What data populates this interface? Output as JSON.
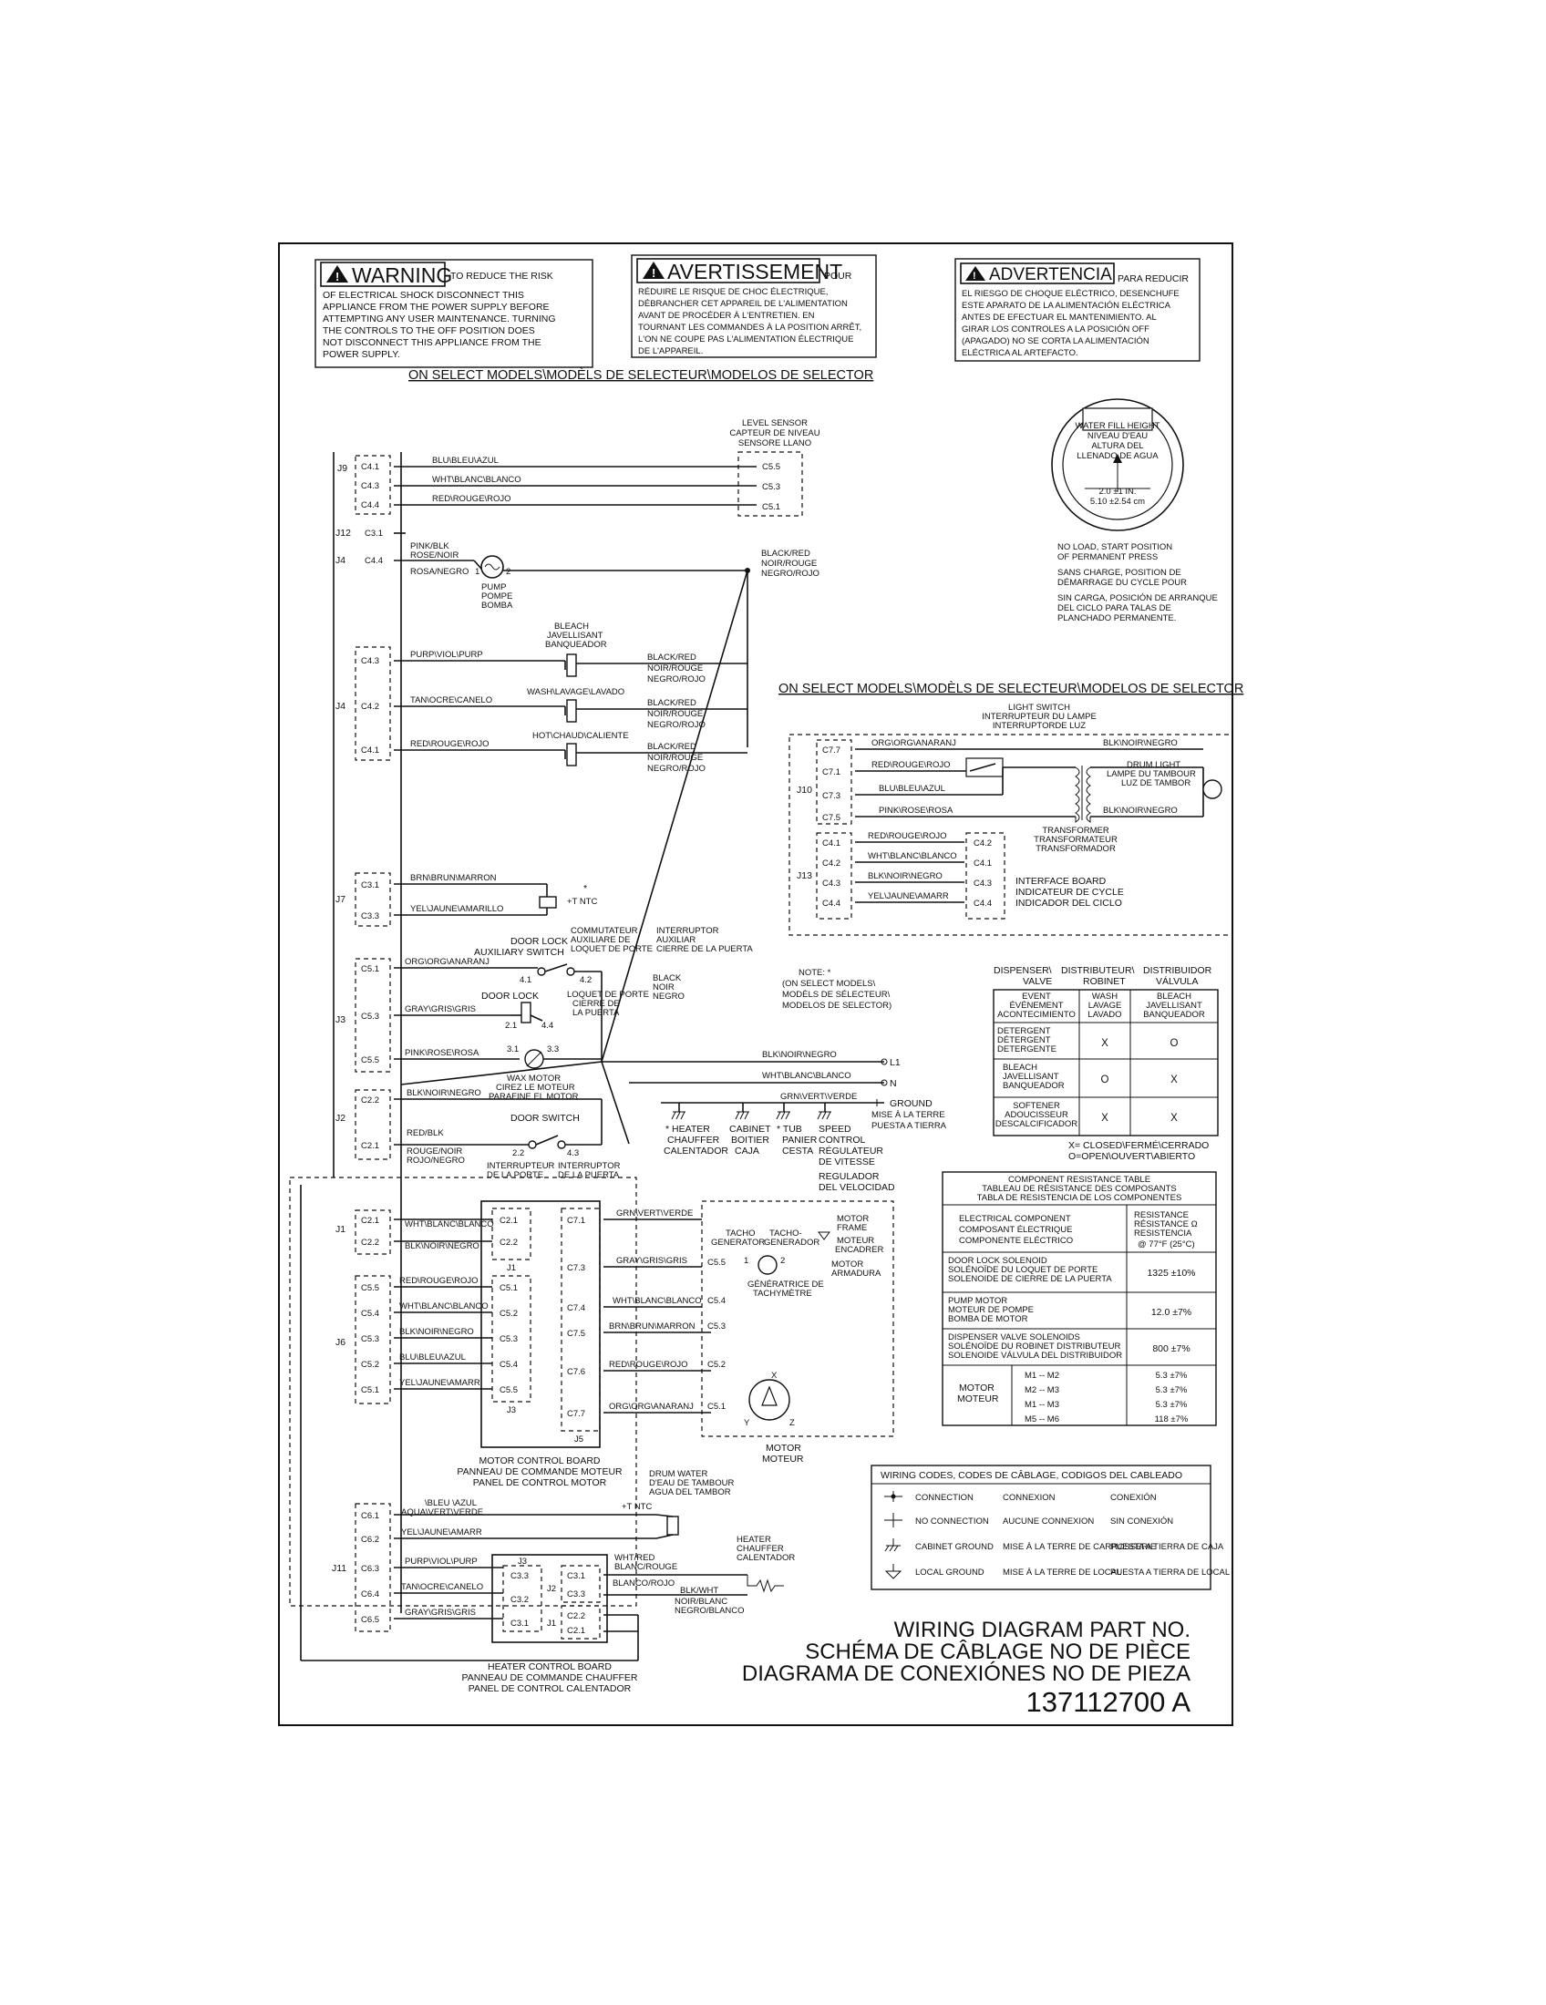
{
  "warnings": {
    "en": {
      "title": "WARNING",
      "lines": [
        "TO REDUCE THE RISK",
        "OF ELECTRICAL SHOCK DISCONNECT THIS",
        "APPLIANCE FROM THE POWER SUPPLY BEFORE",
        "ATTEMPTING ANY USER MAINTENANCE. TURNING",
        "THE CONTROLS TO THE OFF POSITION DOES",
        "NOT DISCONNECT THIS APPLIANCE FROM THE",
        "POWER SUPPLY."
      ]
    },
    "fr": {
      "title": "AVERTISSEMENT",
      "lines": [
        "POUR",
        "RÉDUIRE LE RISQUE DE CHOC ÉLECTRIQUE,",
        "DÉBRANCHER CET APPAREIL DE L'ALIMENTATION",
        "AVANT DE PROCÉDER À L'ENTRETIEN. EN",
        "TOURNANT LES COMMANDES À LA POSITION ARRÊT,",
        "L'ON NE COUPE PAS L'ALIMENTATION ÉLECTRIQUE",
        "DE L'APPAREIL."
      ]
    },
    "es": {
      "title": "ADVERTENCIA",
      "lines": [
        "PARA REDUCIR",
        "EL RIESGO DE CHOQUE ELÉCTRICO, DESENCHUFE",
        "ESTE APARATO DE LA ALIMENTACIÓN ELÉCTRICA",
        "ANTES DE EFECTUAR EL MANTENIMIENTO. AL",
        "GIRAR LOS CONTROLES A LA POSICIÓN OFF",
        "(APAGADO) NO SE CORTA LA ALIMENTACIÓN",
        "ELÉCTRICA AL ARTEFACTO."
      ]
    }
  },
  "section_on_select": "ON SELECT MODELS\\MODÈLS DE SELECTEUR\\MODELOS DE SELECTOR",
  "level_sensor": {
    "title": [
      "LEVEL SENSOR",
      "CAPTEUR DE NIVEAU",
      "SENSORE LLANO"
    ],
    "pins": [
      "C5.5",
      "C5.3",
      "C5.1"
    ]
  },
  "water_fill": {
    "dial": [
      "WATER FILL HEIGHT",
      "NIVEAU D'EAU",
      "ALTURA DEL",
      "LLENADO DE AGUA"
    ],
    "value": [
      "2.0 ±1 IN.",
      "5.10 ±2.54 cm"
    ],
    "note_en": [
      "NO LOAD, START POSITION",
      "OF PERMANENT PRESS"
    ],
    "note_fr": [
      "SANS CHARGE, POSITION DE",
      "DÉMARRAGE DU CYCLE POUR"
    ],
    "note_es": [
      "SIN CARGA, POSICIÓN DE ARRANQUE",
      "DEL CICLO PARA TALAS DE",
      "PLANCHADO PERMANENTE."
    ]
  },
  "j9": {
    "label": "J9",
    "pins": [
      "C4.1",
      "C4.3",
      "C4.4"
    ],
    "wires": [
      "BLU\\BLEU\\AZUL",
      "WHT\\BLANC\\BLANCO",
      "RED\\ROUGE\\ROJO"
    ]
  },
  "j12": {
    "label": "J12",
    "pin": "C3.1"
  },
  "pump": {
    "conn": "J4",
    "pin": "C4.4",
    "wire1": [
      "PINK/BLK",
      "ROSE/NOIR"
    ],
    "wire2": "ROSA/NEGRO",
    "name": [
      "PUMP",
      "POMPE",
      "BOMBA"
    ],
    "terms": [
      "1",
      "2"
    ],
    "right_wire": [
      "BLACK/RED",
      "NOIR/ROUGE",
      "NEGRO/ROJO"
    ]
  },
  "valves": {
    "conn": "J4",
    "pins": [
      "C4.3",
      "C4.2",
      "C4.1"
    ],
    "wires": [
      "PURP\\VIOL\\PURP",
      "TAN\\OCRE\\CANELO",
      "RED\\ROUGE\\ROJO"
    ],
    "names": [
      [
        "BLEACH",
        "JAVELLISANT",
        "BANQUEADOR"
      ],
      [
        "WASH\\LAVAGE\\LAVADO"
      ],
      [
        "HOT\\CHAUD\\CALIENTE"
      ]
    ],
    "right": [
      "BLACK/RED",
      "NOIR/ROUGE",
      "NEGRO/ROJO"
    ]
  },
  "j7": {
    "label": "J7",
    "pins": [
      "C3.1",
      "C3.3"
    ],
    "wires": [
      "BRN\\BRUN\\MARRON",
      "YEL\\JAUNE\\AMARILLO"
    ],
    "ntc": [
      "*",
      "+T NTC"
    ]
  },
  "j3": {
    "label": "J3",
    "pins": [
      "C5.1",
      "C5.3",
      "C5.5"
    ],
    "wires": [
      "ORG\\ORG\\ANARANJ",
      "GRAY\\GRIS\\GRIS",
      "PINK\\ROSE\\ROSA"
    ],
    "aux_switch": [
      "DOOR LOCK",
      "AUXILIARY SWITCH"
    ],
    "aux_fr": [
      "COMMUTATEUR",
      "AUXILIARE DE",
      "LOQUET DE PORTE"
    ],
    "aux_es": [
      "INTERRUPTOR",
      "AUXILIAR",
      "CIERRE DE LA PUERTA"
    ],
    "aux_terms": [
      "4.1",
      "4.2"
    ],
    "loquet": [
      "LOQUET DE PORTE",
      "CIERRE DE",
      "LA PUERTA"
    ],
    "black": [
      "BLACK",
      "NOIR",
      "NEGRO"
    ],
    "doorlock": "DOOR LOCK",
    "dl_terms": [
      "2.1",
      "4.4"
    ],
    "wax_terms": [
      "3.1",
      "3.3"
    ],
    "wax": [
      "WAX MOTOR",
      "CIREZ LE MOTEUR",
      "PARAFINE EL MOTOR"
    ]
  },
  "note": [
    "NOTE: *",
    "(ON SELECT MODELS\\",
    "MODÈLS DE SÉLECTEUR\\",
    "MODELOS DE SELECTOR)"
  ],
  "mains": {
    "wires": [
      "BLK\\NOIR\\NEGRO",
      "WHT\\BLANC\\BLANCO",
      "GRN\\VERT\\VERDE"
    ],
    "labels": [
      "L1",
      "N",
      "GROUND"
    ],
    "ground": [
      "MISE À LA TERRE",
      "PUESTA A TIERRA"
    ]
  },
  "grounds": {
    "heater": [
      "* HEATER",
      "CHAUFFER",
      "CALENTADOR"
    ],
    "cabinet": [
      "CABINET",
      "BOITIER",
      "CAJA"
    ],
    "tub": [
      "* TUB",
      "PANIER",
      "CESTA"
    ],
    "speed": [
      "SPEED",
      "CONTROL",
      "RÉGULATEUR",
      "DE VITESSE",
      "REGULADOR",
      "DEL VELOCIDAD"
    ]
  },
  "j2": {
    "label": "J2",
    "pins": [
      "C2.2",
      "C2.1"
    ],
    "wire1": "BLK\\NOIR\\NEGRO",
    "wire2": [
      "RED/BLK",
      "ROUGE/NOIR",
      "ROJO/NEGRO"
    ],
    "switch": "DOOR SWITCH",
    "terms": [
      "2.2",
      "4.3"
    ],
    "fr": [
      "INTERRUPTEUR",
      "DE LA PORTE"
    ],
    "es": [
      "INTERRUPTOR",
      "DE LA PUERTA"
    ]
  },
  "dispenser": {
    "headers": [
      "DISPENSER\\",
      "VALVE",
      "DISTRIBUTEUR\\",
      "ROBINET",
      "DISTRIBUIDOR",
      "VÁLVULA"
    ],
    "col_headers": [
      [
        "EVENT",
        "ÉVÉNEMENT",
        "ACONTECIMIENTO"
      ],
      [
        "WASH",
        "LAVAGE",
        "LAVADO"
      ],
      [
        "BLEACH",
        "JAVELLISANT",
        "BANQUEADOR"
      ]
    ],
    "rows": [
      {
        "event": [
          "DETERGENT",
          "DÉTERGENT",
          "DETERGENTE"
        ],
        "wash": "X",
        "bleach": "O"
      },
      {
        "event": [
          "BLEACH",
          "JAVELLISANT",
          "BANQUEADOR"
        ],
        "wash": "O",
        "bleach": "X"
      },
      {
        "event": [
          "SOFTENER",
          "ADOUCISSEUR",
          "DESCALCIFICADOR"
        ],
        "wash": "X",
        "bleach": "X"
      }
    ],
    "legend": [
      "X= CLOSED\\FERMÉ\\CERRADO",
      "O=OPEN\\OUVERT\\ABIERTO"
    ]
  },
  "light": {
    "switch": [
      "LIGHT SWITCH",
      "INTERRUPTEUR DU LAMPE",
      "INTERRUPTORDE LUZ"
    ],
    "j10": "J10",
    "pins": [
      "C7.7",
      "C7.1",
      "C7.3",
      "C7.5"
    ],
    "wires": [
      "ORG\\ORG\\ANARANJ",
      "RED\\ROUGE\\ROJO",
      "BLU\\BLEU\\AZUL",
      "PINK\\ROSE\\ROSA"
    ],
    "blk": "BLK\\NOIR\\NEGRO",
    "drum": [
      "DRUM LIGHT",
      "LAMPE DU TAMBOUR",
      "LUZ DE TAMBOR"
    ],
    "transformer": [
      "TRANSFORMER",
      "TRANSFORMATEUR",
      "TRANSFORMADOR"
    ]
  },
  "interface": {
    "j13": "J13",
    "pins": [
      "C4.1",
      "C4.2",
      "C4.3",
      "C4.4"
    ],
    "wires": [
      "RED\\ROUGE\\ROJO",
      "WHT\\BLANC\\BLANCO",
      "BLK\\NOIR\\NEGRO",
      "YEL\\JAUNE\\AMARR"
    ],
    "board_pins": [
      "C4.2",
      "C4.1",
      "C4.3",
      "C4.4"
    ],
    "name": [
      "INTERFACE BOARD",
      "INDICATEUR DE CYCLE",
      "INDICADOR DEL CICLO"
    ]
  },
  "resistance": {
    "title": [
      "COMPONENT RESISTANCE TABLE",
      "TABLEAU DE RÉSISTANCE DES COMPOSANTS",
      "TABLA DE RESISTENCIA DE LOS COMPONENTES"
    ],
    "col1": [
      "ELECTRICAL COMPONENT",
      "COMPOSANT ÉLECTRIQUE",
      "COMPONENTE ELÉCTRICO"
    ],
    "col2": [
      "RESISTANCE",
      "RÉSISTANCE Ω",
      "RESISTENCIA",
      "@ 77°F (25°C)"
    ],
    "rows": [
      {
        "name": [
          "DOOR LOCK SOLENOID",
          "SOLÉNOÏDE DU LOQUET DE PORTE",
          "SOLENOIDE DE CIERRE DE LA PUERTA"
        ],
        "value": "1325 ±10%"
      },
      {
        "name": [
          "PUMP MOTOR",
          "MOTEUR DE POMPE",
          "BOMBA DE MOTOR"
        ],
        "value": "12.0 ±7%"
      },
      {
        "name": [
          "DISPENSER VALVE SOLENOIDS",
          "SOLÉNOÏDE DU ROBINET DISTRIBUTEUR",
          "SOLENOIDE VÁLVULA DEL DISTRIBUIDOR"
        ],
        "value": "800 ±7%"
      }
    ],
    "motor": [
      "MOTOR",
      "MOTEUR"
    ],
    "motor_rows": [
      {
        "pair": "M1  --  M2",
        "value": "5.3 ±7%"
      },
      {
        "pair": "M2  --  M3",
        "value": "5.3 ±7%"
      },
      {
        "pair": "M1  --  M3",
        "value": "5.3 ±7%"
      },
      {
        "pair": "M5  --  M6",
        "value": "118 ±7%"
      }
    ]
  },
  "j1": {
    "label": "J1",
    "pins": [
      "C2.1",
      "C2.2"
    ],
    "wires": [
      "WHT\\BLANC\\BLANCO",
      "BLK\\NOIR\\NEGRO"
    ]
  },
  "j6": {
    "label": "J6",
    "pins": [
      "C5.5",
      "C5.4",
      "C5.3",
      "C5.2",
      "C5.1"
    ],
    "wires": [
      "RED\\ROUGE\\ROJO",
      "WHT\\BLANC\\BLANCO",
      "BLK\\NOIR\\NEGRO",
      "BLU\\BLEU\\AZUL",
      "YEL\\JAUNE\\AMARR"
    ]
  },
  "mcb": {
    "j1_pins": [
      "C2.1",
      "C2.2"
    ],
    "j1": "J1",
    "j3_pins": [
      "C5.1",
      "C5.2",
      "C5.3",
      "C5.4",
      "C5.5"
    ],
    "j3": "J3",
    "j5_pins": [
      "C7.1",
      "C7.3",
      "C7.4",
      "C7.5",
      "C7.6",
      "C7.7"
    ],
    "j5": "J5",
    "j5_wires": [
      "GRN\\VERT\\VERDE",
      "GRAY\\GRIS\\GRIS",
      "WHT\\BLANC\\BLANCO",
      "BRN\\BRUN\\MARRON",
      "RED\\ROUGE\\ROJO",
      "ORG\\ORG\\ANARANJ"
    ],
    "taps": [
      "C5.5",
      "C5.4",
      "C5.3",
      "C5.2",
      "C5.1"
    ],
    "name": [
      "MOTOR CONTROL BOARD",
      "PANNEAU DE COMMANDE MOTEUR",
      "PANEL DE CONTROL MOTOR"
    ]
  },
  "motor": {
    "tacho": [
      "TACHO",
      "GENERATOR",
      "TACHO-",
      "GENERADOR"
    ],
    "tacho_fr": [
      "GÉNÉRATRICE DE",
      "TACHYMÈTRE"
    ],
    "tacho_terms": [
      "1",
      "2"
    ],
    "frame": [
      "MOTOR",
      "FRAME",
      "MOTEUR",
      "ENCADRER"
    ],
    "armature": [
      "MOTOR",
      "ARMADURA"
    ],
    "xyz": [
      "X",
      "Y",
      "Z"
    ],
    "name": [
      "MOTOR",
      "MOTEUR"
    ]
  },
  "j11": {
    "label": "J11",
    "pins": [
      "C6.1",
      "C6.2",
      "C6.3",
      "C6.4",
      "C6.5"
    ],
    "wires": [
      "AQUA\\VERT\\VERDE",
      "YEL\\JAUNE\\AMARR",
      "PURP\\VIOL\\PURP",
      "TAN\\OCRE\\CANELO",
      "GRAY\\GRIS\\GRIS"
    ],
    "aqua_top": "\\BLEU  \\AZUL",
    "drum_water": [
      "DRUM WATER",
      "D'EAU DE TAMBOUR",
      "AGUA DEL TAMBOR"
    ],
    "ntc": "+T NTC"
  },
  "hcb": {
    "j3": "J3",
    "j3_pins": [
      "C3.3",
      "C3.2",
      "C3.1"
    ],
    "j2": "J2",
    "j2_pins": [
      "C3.1",
      "C3.3"
    ],
    "j1": "J1",
    "j1_pins": [
      "C2.2",
      "C2.1"
    ],
    "wire1": [
      "WHT/RED",
      "BLANC/ROUGE"
    ],
    "wire2": "BLANCO/ROJO",
    "wire3": [
      "BLK/WHT",
      "NOIR/BLANC",
      "NEGRO/BLANCO"
    ],
    "heater": [
      "HEATER",
      "CHAUFFER",
      "CALENTADOR"
    ],
    "name": [
      "HEATER CONTROL BOARD",
      "PANNEAU DE COMMANDE CHAUFFER",
      "PANEL DE CONTROL CALENTADOR"
    ]
  },
  "codes": {
    "title": "WIRING CODES,   CODES DE CÂBLAGE,   CODIGOS DEL CABLEADO",
    "rows": [
      [
        "CONNECTION",
        "CONNEXION",
        "CONEXIÓN"
      ],
      [
        "NO CONNECTION",
        "AUCUNE CONNEXION",
        "SIN CONEXIÓN"
      ],
      [
        "CABINET GROUND",
        "MISE À LA TERRE DE CARROSSERIE",
        "PUESTA A TIERRA DE CAJA"
      ],
      [
        "LOCAL GROUND",
        "MISE À LA TERRE DE LOCAL",
        "PUESTA A TIERRA DE LOCAL"
      ]
    ]
  },
  "partno": {
    "lines": [
      "WIRING DIAGRAM PART NO.",
      "SCHÉMA DE CÂBLAGE NO DE PIÈCE",
      "DIAGRAMA DE CONEXIÓNES NO DE PIEZA"
    ],
    "number": "137112700 A"
  }
}
